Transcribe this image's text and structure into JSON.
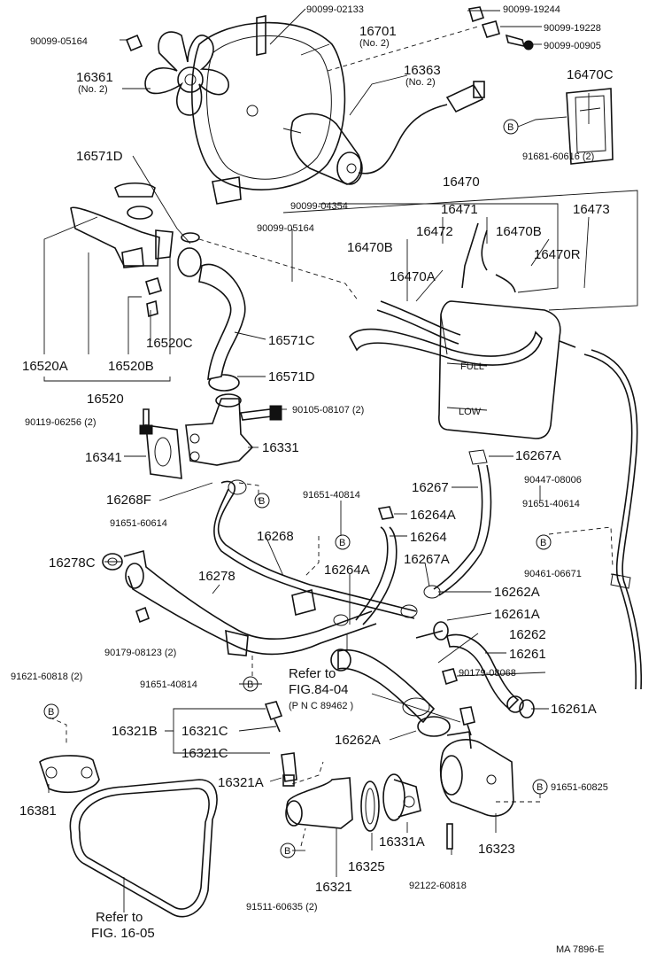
{
  "labels": {
    "p90099_02133": "90099-02133",
    "p90099_19244": "90099-19244",
    "p90099_19228": "90099-19228",
    "p90099_00905": "90099-00905",
    "p90099_05164_top": "90099-05164",
    "p16701": "16701",
    "p16701_no": "(No. 2)",
    "p16361": "16361",
    "p16361_no": "(No. 2)",
    "p16363": "16363",
    "p16363_no": "(No. 2)",
    "p16470C": "16470C",
    "p91681_60616": "91681-60616 (2)",
    "p16571D_top": "16571D",
    "p16470": "16470",
    "p90099_04354": "90099-04354",
    "p16471": "16471",
    "p16473": "16473",
    "p90099_05164_mid": "90099-05164",
    "p16470B_left": "16470B",
    "p16472": "16472",
    "p16470B_right": "16470B",
    "p16470R": "16470R",
    "p16470A": "16470A",
    "p16520C": "16520C",
    "p16571C": "16571C",
    "p16520A": "16520A",
    "p16520B": "16520B",
    "p16571D_mid": "16571D",
    "p16520": "16520",
    "p90119_06256": "90119-06256 (2)",
    "p90105_08107": "90105-08107 (2)",
    "p16341": "16341",
    "p16331": "16331",
    "p16267A_top": "16267A",
    "p16268F": "16268F",
    "p91651_40814_top": "91651-40814",
    "p16267": "16267",
    "p90447_08006": "90447-08006",
    "p91651_60614": "91651-60614",
    "p16264A_top": "16264A",
    "p91651_40614": "91651-40614",
    "p16268": "16268",
    "p16264": "16264",
    "p16278C": "16278C",
    "p16278": "16278",
    "p16264A_mid": "16264A",
    "p16267A_mid": "16267A",
    "p90461_06671": "90461-06671",
    "p16262A_top": "16262A",
    "p16261A_top": "16261A",
    "p90179_08123": "90179-08123 (2)",
    "p16262": "16262",
    "p16261": "16261",
    "p91621_60818": "91621-60818 (2)",
    "p91651_40814_bot": "91651-40814",
    "refer_to_1": "Refer to",
    "fig_84_04": "FIG.84-04",
    "pnc_89462": "(P N C 89462 )",
    "p90179_08068": "90179-08068",
    "p16321B": "16321B",
    "p16321C_1": "16321C",
    "p16261A_bot": "16261A",
    "p16321C_2": "16321C",
    "p16262A_bot": "16262A",
    "p16381": "16381",
    "p16321A": "16321A",
    "p91651_60825": "91651-60825",
    "p16331A": "16331A",
    "p16323": "16323",
    "p16325": "16325",
    "p16321": "16321",
    "p92122_60818": "92122-60818",
    "p91511_60635": "91511-60635 (2)",
    "refer_to_2": "Refer to",
    "fig_16_05": "FIG. 16-05",
    "diagram_code": "MA  7896-E"
  },
  "callouts": {
    "bolt_marker": "B"
  },
  "tank_markings": {
    "full": "FULL",
    "low": "LOW"
  }
}
